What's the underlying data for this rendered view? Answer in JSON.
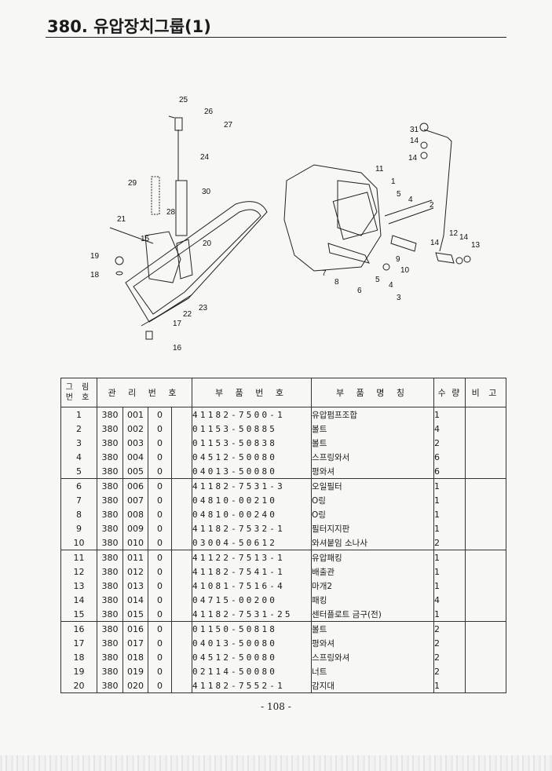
{
  "header": {
    "title": "380.  유압장치그룹(1)"
  },
  "diagram": {
    "labels": [
      "25",
      "26",
      "27",
      "24",
      "29",
      "30",
      "28",
      "21",
      "15",
      "20",
      "19",
      "18",
      "22",
      "23",
      "17",
      "16",
      "11",
      "1",
      "5",
      "4",
      "2",
      "31",
      "14",
      "14",
      "12",
      "14",
      "13",
      "14",
      "7",
      "8",
      "6",
      "9",
      "10",
      "5",
      "4",
      "3"
    ]
  },
  "table": {
    "headers": {
      "no": "그 림\n번 호",
      "mgmt": "관 리 번 호",
      "part_no": "부 품 번 호",
      "name": "부 품 명 칭",
      "qty": "수 량",
      "note": "비 고"
    },
    "rows": [
      {
        "no": "1",
        "a": "380",
        "b": "001",
        "c": "0",
        "pn": "41182-7500-1",
        "name": "유압펌프조합",
        "qty": "1"
      },
      {
        "no": "2",
        "a": "380",
        "b": "002",
        "c": "0",
        "pn": "01153-50885",
        "name": "볼트",
        "qty": "4"
      },
      {
        "no": "3",
        "a": "380",
        "b": "003",
        "c": "0",
        "pn": "01153-50838",
        "name": "볼트",
        "qty": "2"
      },
      {
        "no": "4",
        "a": "380",
        "b": "004",
        "c": "0",
        "pn": "04512-50080",
        "name": "스프링와서",
        "qty": "6"
      },
      {
        "no": "5",
        "a": "380",
        "b": "005",
        "c": "0",
        "pn": "04013-50080",
        "name": "평와셔",
        "qty": "6"
      },
      {
        "no": "6",
        "a": "380",
        "b": "006",
        "c": "0",
        "pn": "41182-7531-3",
        "name": "오일필터",
        "qty": "1"
      },
      {
        "no": "7",
        "a": "380",
        "b": "007",
        "c": "0",
        "pn": "04810-00210",
        "name": "O링",
        "qty": "1"
      },
      {
        "no": "8",
        "a": "380",
        "b": "008",
        "c": "0",
        "pn": "04810-00240",
        "name": "O링",
        "qty": "1"
      },
      {
        "no": "9",
        "a": "380",
        "b": "009",
        "c": "0",
        "pn": "41182-7532-1",
        "name": "필터지지판",
        "qty": "1"
      },
      {
        "no": "10",
        "a": "380",
        "b": "010",
        "c": "0",
        "pn": "03004-50612",
        "name": "와셔붙임 소나사",
        "qty": "2"
      },
      {
        "no": "11",
        "a": "380",
        "b": "011",
        "c": "0",
        "pn": "41122-7513-1",
        "name": "유압패킹",
        "qty": "1"
      },
      {
        "no": "12",
        "a": "380",
        "b": "012",
        "c": "0",
        "pn": "41182-7541-1",
        "name": "배출관",
        "qty": "1"
      },
      {
        "no": "13",
        "a": "380",
        "b": "013",
        "c": "0",
        "pn": "41081-7516-4",
        "name": "마개2",
        "qty": "1"
      },
      {
        "no": "14",
        "a": "380",
        "b": "014",
        "c": "0",
        "pn": "04715-00200",
        "name": "패킹",
        "qty": "4"
      },
      {
        "no": "15",
        "a": "380",
        "b": "015",
        "c": "0",
        "pn": "41182-7531-25",
        "name": "센터플로트 금구(전)",
        "qty": "1"
      },
      {
        "no": "16",
        "a": "380",
        "b": "016",
        "c": "0",
        "pn": "01150-50818",
        "name": "볼트",
        "qty": "2"
      },
      {
        "no": "17",
        "a": "380",
        "b": "017",
        "c": "0",
        "pn": "04013-50080",
        "name": "평와셔",
        "qty": "2"
      },
      {
        "no": "18",
        "a": "380",
        "b": "018",
        "c": "0",
        "pn": "04512-50080",
        "name": "스프링와셔",
        "qty": "2"
      },
      {
        "no": "19",
        "a": "380",
        "b": "019",
        "c": "0",
        "pn": "02114-50080",
        "name": "너트",
        "qty": "2"
      },
      {
        "no": "20",
        "a": "380",
        "b": "020",
        "c": "0",
        "pn": "41182-7552-1",
        "name": "감지대",
        "qty": "1"
      }
    ]
  },
  "footer": {
    "page": "- 108 -"
  }
}
